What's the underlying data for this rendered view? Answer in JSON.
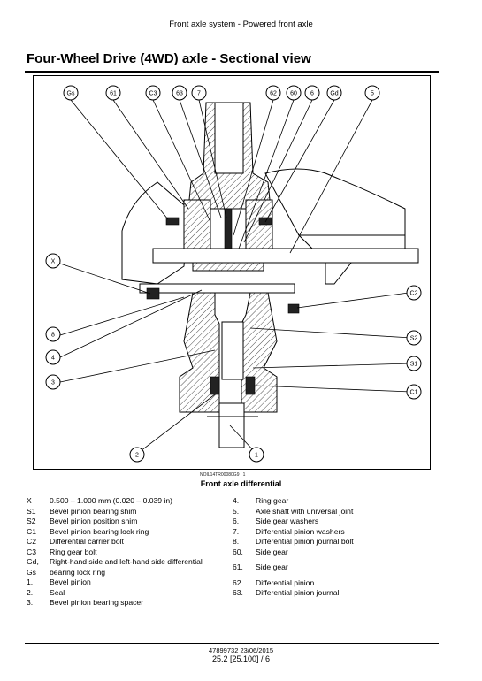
{
  "header": {
    "running_head": "Front axle system - Powered front axle"
  },
  "page_title": "Four-Wheel Drive (4WD) axle - Sectional view",
  "figure": {
    "code": "NOIL14TR00080G9",
    "index": "1",
    "caption": "Front axle differential",
    "callouts": {
      "gs": "Gs",
      "c61": "61",
      "c3": "C3",
      "c63": "63",
      "c7": "7",
      "c62": "62",
      "c60": "60",
      "c6": "6",
      "gd": "Gd",
      "c5": "5",
      "x": "X",
      "c2": "C2",
      "c8": "8",
      "s2": "S2",
      "c4": "4",
      "s1": "S1",
      "c3num": "3",
      "c1": "C1",
      "c2num": "2",
      "c1num": "1"
    }
  },
  "legend_left": [
    {
      "code": "X",
      "text": "0.500 – 1.000 mm (0.020 – 0.039 in)"
    },
    {
      "code": "S1",
      "text": "Bevel pinion bearing shim"
    },
    {
      "code": "S2",
      "text": "Bevel pinion position shim"
    },
    {
      "code": "C1",
      "text": "Bevel pinion bearing lock ring"
    },
    {
      "code": "C2",
      "text": "Differential carrier bolt"
    },
    {
      "code": "C3",
      "text": "Ring gear bolt"
    },
    {
      "code": "Gd,",
      "text": "Right-hand side and left-hand side differential"
    },
    {
      "code": "Gs",
      "text": "bearing lock ring"
    },
    {
      "code": "1.",
      "text": "Bevel pinion"
    },
    {
      "code": "2.",
      "text": "Seal"
    },
    {
      "code": "3.",
      "text": "Bevel pinion bearing spacer"
    }
  ],
  "legend_right": [
    {
      "code": "4.",
      "text": "Ring gear"
    },
    {
      "code": "5.",
      "text": "Axle shaft with universal joint"
    },
    {
      "code": "6.",
      "text": "Side gear washers"
    },
    {
      "code": "7.",
      "text": "Differential pinion washers"
    },
    {
      "code": "8.",
      "text": "Differential pinion journal bolt"
    },
    {
      "code": "60.",
      "text": "Side gear"
    },
    {
      "code": "61.",
      "text": "Side gear"
    },
    {
      "code": "62.",
      "text": "Differential pinion"
    },
    {
      "code": "63.",
      "text": "Differential pinion journal"
    }
  ],
  "footer": {
    "doc_ref": "47899732 23/06/2015",
    "page_number": "25.2 [25.100] / 6"
  }
}
